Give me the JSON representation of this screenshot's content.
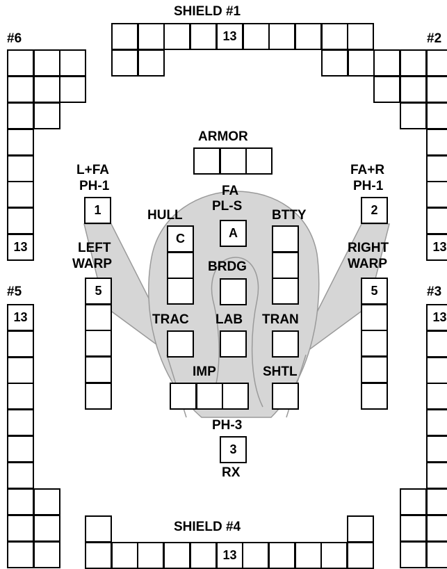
{
  "shields": {
    "shield_1": {
      "title": "SHIELD #1",
      "value": "13"
    },
    "shield_2": {
      "title": "#2",
      "value": "13"
    },
    "shield_3": {
      "title": "#3",
      "value": "13"
    },
    "shield_4": {
      "title": "SHIELD #4",
      "value": "13"
    },
    "shield_5": {
      "title": "#5",
      "value": "13"
    },
    "shield_6": {
      "title": "#6",
      "value": "13"
    }
  },
  "systems": {
    "armor": "ARMOR",
    "hull": {
      "label": "HULL",
      "mark": "C"
    },
    "battery": "BTTY",
    "bridge": "BRDG",
    "tractor": "TRAC",
    "lab": "LAB",
    "transporter": "TRAN",
    "impulse": "IMP",
    "shuttle": "SHTL"
  },
  "weapons": {
    "left_phaser": {
      "arc": "L+FA",
      "name": "PH-1",
      "mark": "1"
    },
    "right_phaser": {
      "arc": "FA+R",
      "name": "PH-1",
      "mark": "2"
    },
    "plasma": {
      "arc": "FA",
      "name": "PL-S",
      "mark": "A"
    },
    "rear_phaser": {
      "name": "PH-3",
      "mark": "3",
      "arc": "RX"
    }
  },
  "warp": {
    "left": {
      "line1": "LEFT",
      "line2": "WARP",
      "value": "5"
    },
    "right": {
      "line1": "RIGHT",
      "line2": "WARP",
      "value": "5"
    }
  },
  "colors": {
    "silhouette": "#d8d8d8",
    "outline": "#000000"
  }
}
